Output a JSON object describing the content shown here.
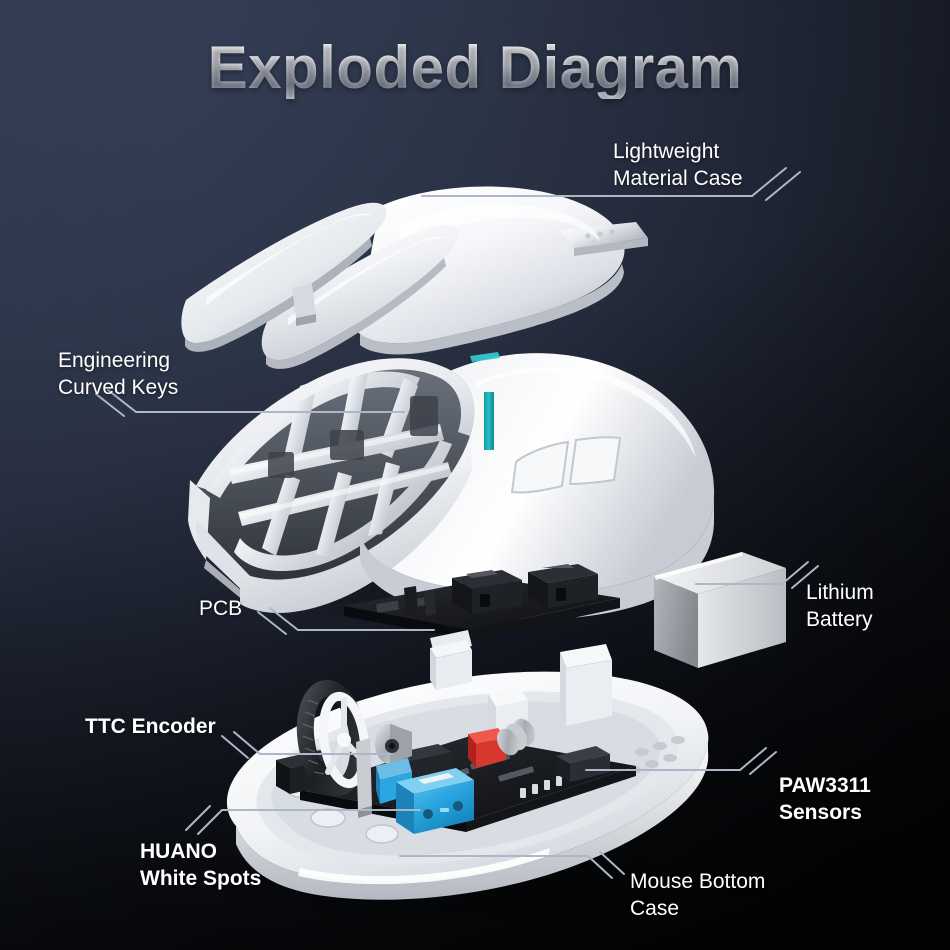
{
  "title": "Exploded Diagram",
  "theme": {
    "bg_top_left": "#2a3143",
    "bg_bottom_right": "#0c0d12",
    "label_color": "#ffffff",
    "leader_line_color": "#b7c0d2",
    "accent_teal": "#1fb3b8",
    "switch_blue": "#2ba6e0",
    "component_red": "#e03a33",
    "shell_white": "#f2f4f7",
    "battery_gray": "#9fa3a8",
    "pcb_black": "#16171b"
  },
  "labels": [
    {
      "id": "lightweight",
      "text": "Lightweight\nMaterial Case",
      "bold": false,
      "align": "left"
    },
    {
      "id": "keys",
      "text": "Engineering\nCurved Keys",
      "bold": false,
      "align": "left"
    },
    {
      "id": "pcb",
      "text": "PCB",
      "bold": false,
      "align": "left"
    },
    {
      "id": "battery",
      "text": "Lithium\nBattery",
      "bold": false,
      "align": "left"
    },
    {
      "id": "ttc",
      "text": "TTC Encoder",
      "bold": true,
      "align": "left"
    },
    {
      "id": "huano",
      "text": "HUANO\nWhite Spots",
      "bold": true,
      "align": "left"
    },
    {
      "id": "paw",
      "text": "PAW3311\nSensors",
      "bold": true,
      "align": "left"
    },
    {
      "id": "bottom",
      "text": "Mouse Bottom\nCase",
      "bold": false,
      "align": "left"
    }
  ],
  "parts": [
    {
      "name": "top-shell-case",
      "description": "Lightweight material top case"
    },
    {
      "name": "left-mouse-key",
      "description": "Engineering curved left key"
    },
    {
      "name": "right-mouse-key",
      "description": "Engineering curved right key"
    },
    {
      "name": "honeycomb-mid-shell",
      "description": "Lattice mid shell with teal accent and side buttons"
    },
    {
      "name": "pcb-connector-board",
      "description": "Black PCB connector board"
    },
    {
      "name": "lithium-battery",
      "description": "Gray rectangular lithium battery"
    },
    {
      "name": "scroll-wheel",
      "description": "TTC encoder scroll wheel"
    },
    {
      "name": "huano-switch",
      "description": "Blue HUANO white spot switch"
    },
    {
      "name": "main-pcb",
      "description": "Main black PCB with PAW3311 sensor"
    },
    {
      "name": "bottom-case",
      "description": "White mouse bottom case shell"
    }
  ]
}
